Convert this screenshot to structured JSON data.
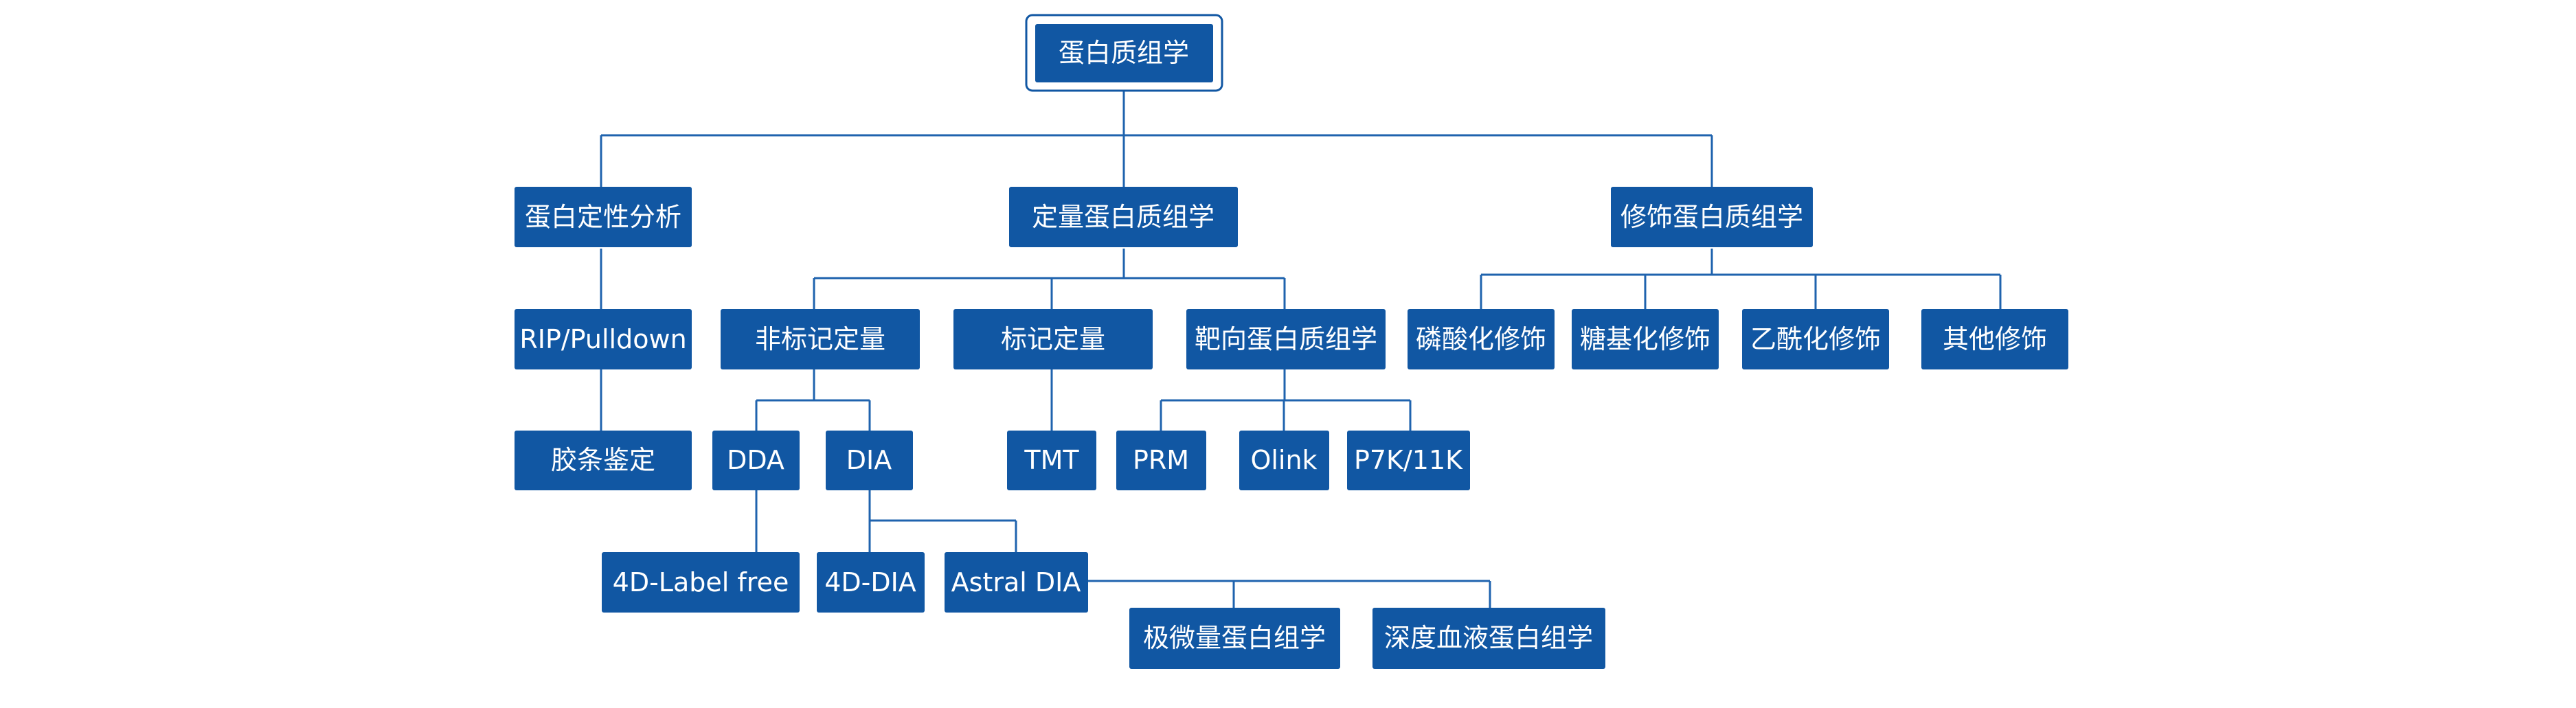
{
  "nodes": {
    "root": "蛋白质组学",
    "qualitative": "蛋白定性分析",
    "quantitative": "定量蛋白质组学",
    "modification": "修饰蛋白质组学",
    "rip_pulldown": "RIP/Pulldown",
    "gel_identification": "胶条鉴定",
    "label_free_quant": "非标记定量",
    "labeled_quant": "标记定量",
    "targeted_proteomics": "靶向蛋白质组学",
    "phosphorylation": "磷酸化修饰",
    "glycosylation": "糖基化修饰",
    "acetylation": "乙酰化修饰",
    "other_modification": "其他修饰",
    "dda": "DDA",
    "dia": "DIA",
    "tmt": "TMT",
    "prm": "PRM",
    "olink": "Olink",
    "p7k_11k": "P7K/11K",
    "label_free_4d": "4D-Label free",
    "dia_4d": "4D-DIA",
    "astral_dia": "Astral DIA",
    "micro_proteomics": "极微量蛋白组学",
    "deep_plasma_proteomics": "深度血液蛋白组学"
  }
}
